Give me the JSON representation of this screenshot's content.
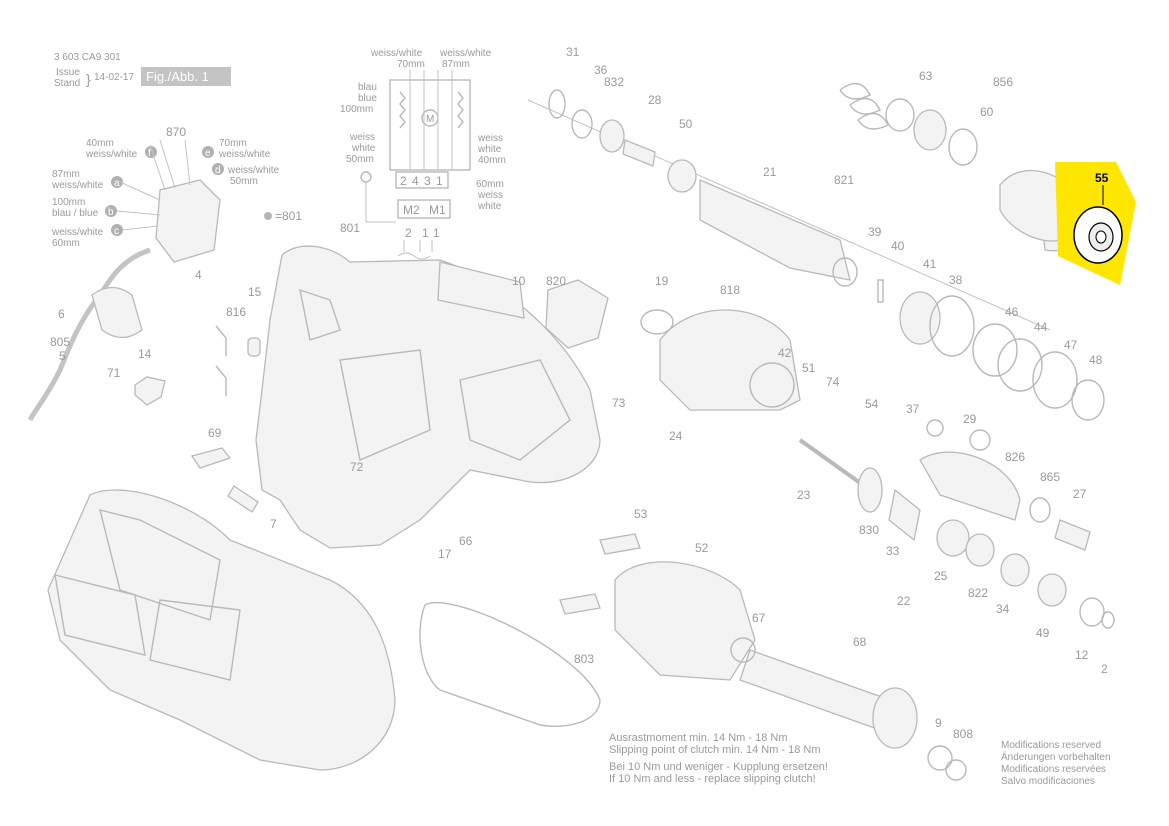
{
  "header": {
    "doc_number": "3 603 CA9 301",
    "issue_label": "Issue",
    "stand_label": "Stand",
    "issue_date": "14-02-17",
    "figure_badge": "Fig./Abb. 1"
  },
  "wiring_diagram": {
    "wire_top_left": [
      "weiss/white",
      "70mm"
    ],
    "wire_top_right": [
      "weiss/white",
      "87mm"
    ],
    "wire_blue": [
      "blau",
      "blue",
      "100mm"
    ],
    "wire_white_left": [
      "weiss",
      "white",
      "50mm"
    ],
    "wire_white_right": [
      "weiss",
      "white",
      "40mm"
    ],
    "wire_white_right2": [
      "60mm",
      "weiss",
      "white"
    ],
    "terminal_digits": [
      "2",
      "4",
      "3",
      "1"
    ],
    "motor_symbol": "M",
    "m2": "M2",
    "m1": "M1",
    "bottom_digits": [
      "2",
      "1",
      "1"
    ]
  },
  "switch_wires": {
    "w40": [
      "40mm",
      "weiss/white"
    ],
    "w87": [
      "87mm",
      "weiss/white"
    ],
    "w100": [
      "100mm",
      "blau / blue"
    ],
    "w60": [
      "weiss/white",
      "60mm"
    ],
    "w70": [
      "70mm",
      "weiss/white"
    ],
    "w50": [
      "weiss/white",
      "50mm"
    ],
    "letters": [
      "a",
      "b",
      "c",
      "d",
      "e",
      "f"
    ]
  },
  "legend_dot": "=801",
  "highlight": {
    "number": "55",
    "color": "#ffe600"
  },
  "part_numbers": [
    "31",
    "36",
    "832",
    "28",
    "50",
    "21",
    "821",
    "63",
    "856",
    "60",
    "39",
    "40",
    "41",
    "38",
    "46",
    "44",
    "47",
    "48",
    "870",
    "4",
    "6",
    "805",
    "5",
    "71",
    "14",
    "816",
    "15",
    "801",
    "72",
    "69",
    "7",
    "10",
    "820",
    "19",
    "818",
    "42",
    "51",
    "74",
    "54",
    "37",
    "29",
    "826",
    "865",
    "27",
    "73",
    "24",
    "23",
    "830",
    "33",
    "25",
    "822",
    "22",
    "34",
    "49",
    "12",
    "2",
    "53",
    "52",
    "17",
    "66",
    "803",
    "67",
    "68",
    "9",
    "808"
  ],
  "notes": {
    "clutch": [
      "Ausrastmoment min. 14 Nm - 18 Nm",
      "Slipping point of clutch min. 14 Nm - 18 Nm",
      "Bei 10 Nm und weniger - Kupplung ersetzen!",
      "If 10 Nm and less - replace slipping clutch!"
    ],
    "modifications": [
      "Modifications reserved",
      "Änderungen vorbehalten",
      "Modifications reservées",
      "Salvo modificaciones"
    ]
  }
}
